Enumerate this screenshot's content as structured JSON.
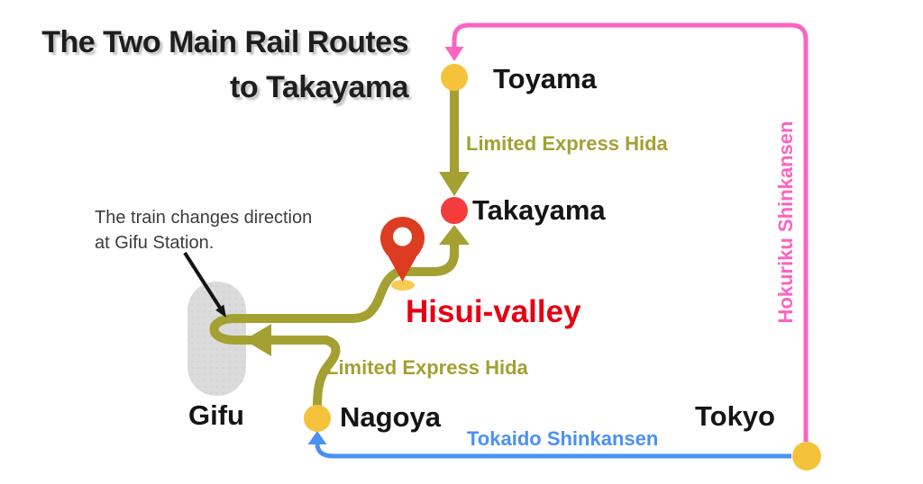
{
  "title": {
    "line1": "The Two Main Rail Routes",
    "line2": "to Takayama"
  },
  "annotation": {
    "line1": "The train changes direction",
    "line2": "at Gifu Station."
  },
  "stations": {
    "toyama": "Toyama",
    "takayama": "Takayama",
    "gifu": "Gifu",
    "nagoya": "Nagoya",
    "tokyo": "Tokyo"
  },
  "poi": {
    "hisui_valley": "Hisui-valley"
  },
  "routes": {
    "hokuriku": {
      "label": "Hokuriku Shinkansen"
    },
    "tokaido": {
      "label": "Tokaido Shinkansen"
    },
    "hida_toyama_takayama": {
      "label": "Limited Express Hida"
    },
    "hida_nagoya_gifu": {
      "label": "Limited Express Hida"
    }
  },
  "colors": {
    "pink": "#FC63C2",
    "blue": "#4B90F5",
    "olive": "#A4A032",
    "stationYellow": "#F5C33B",
    "takayamaRed": "#F43C3C",
    "pinRed": "#DC3C20",
    "pinShadowYellow": "#F6CC55",
    "hisuiRed": "#E60012",
    "gifuGray": "#DBDBDB",
    "titleInk": "#1E1E1E",
    "annotationInk": "#3C3C3C"
  }
}
